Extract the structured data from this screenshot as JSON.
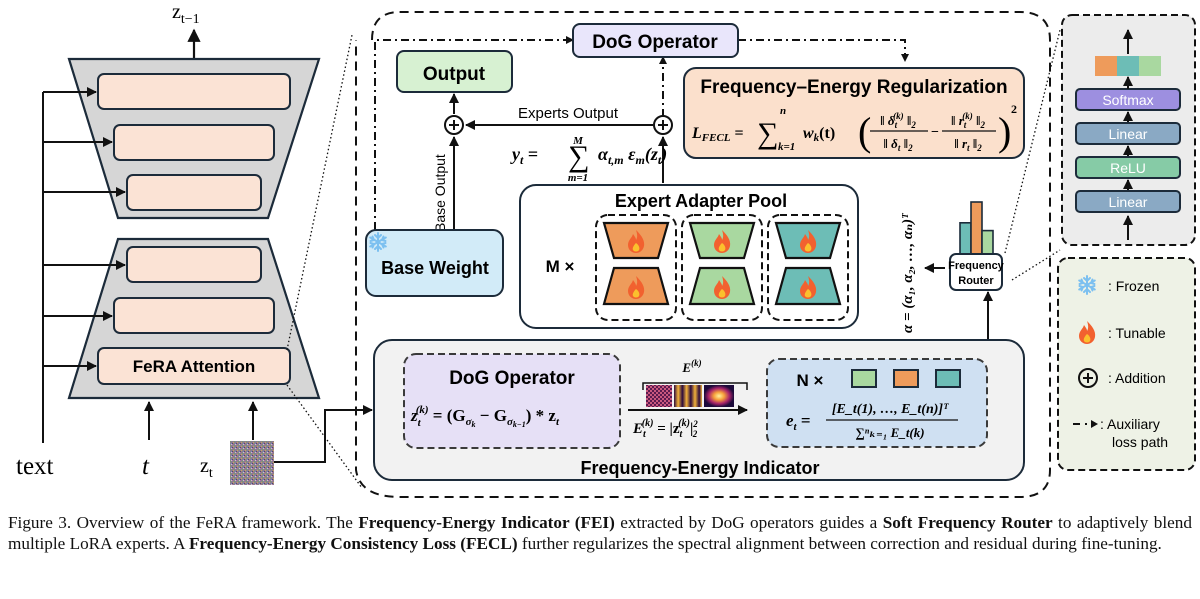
{
  "figure": {
    "unet": {
      "output_label": "z",
      "output_sub": "t−1",
      "attention_block_label": "FeRA Attention",
      "inputs": {
        "text": "text",
        "timestep": "t",
        "latent": "z",
        "latent_sub": "t"
      }
    },
    "fera_module": {
      "dog_operator_top": "DoG Operator",
      "output_box": "Output",
      "experts_output_label": "Experts Output",
      "base_output_label": "Base Output",
      "base_weight": "Base Weight",
      "experts_formula": {
        "lhs": "y",
        "lhs_sub": "t",
        "eq": " = ",
        "sum_top": "M",
        "sum_bottom": "m=1",
        "term": "α",
        "term_sub": "t,m",
        "eps": " ε",
        "eps_sub": "m",
        "arg": "(z",
        "arg_sub": "t",
        "arg_close": ")"
      },
      "regularization": {
        "title": "Frequency–Energy Regularization",
        "loss_name": "L",
        "loss_sub": "FECL",
        "eq": " = ",
        "sum_top": "n",
        "sum_bottom": "k=1",
        "weight": "w",
        "weight_sub": "k",
        "weight_arg": "(t)",
        "num1": "‖ δ",
        "num1_sub": "t",
        "num1_sup": "(k)",
        "num1_end": " ‖",
        "den1": "‖ δ",
        "den1_sub": "t",
        "den1_end": " ‖",
        "num2": "‖ r",
        "num2_sub": "t",
        "num2_sup": "(k)",
        "num2_end": " ‖",
        "den2": "‖ r",
        "den2_sub": "t",
        "den2_end": " ‖",
        "norm_sub": "2",
        "minus": "−",
        "power": "2"
      },
      "expert_pool": {
        "title": "Expert Adapter Pool",
        "multiplier": "M ×",
        "experts": [
          {
            "color": "#ee9b5b"
          },
          {
            "color": "#a9d8a0"
          },
          {
            "color": "#6dbdb6"
          }
        ]
      },
      "alpha_vector": "α = (α₁, α₂, …, αₙ)ᵀ",
      "frequency_router": {
        "line1": "Frequency",
        "line2": "Router",
        "bar_colors": [
          "#6dbdb6",
          "#ee9b5b",
          "#a9d8a0"
        ],
        "bar_values": [
          0.6,
          1.0,
          0.45
        ]
      },
      "fei": {
        "title": "Frequency-Energy Indicator",
        "dog_title": "DoG Operator",
        "dog_formula": "z⁽ᵏ⁾ₜ = (G_σk − G_σk−1) * zₜ",
        "dog_lhs": "z",
        "dog_lhs_sup": "(k)",
        "dog_lhs_sub": "t",
        "dog_rhs": " = (G",
        "dog_sig1": "σ",
        "dog_sig1_sub": "k",
        "dog_mid": " − G",
        "dog_sig2": "σ",
        "dog_sig2_sub": "k−1",
        "dog_end": ") * z",
        "dog_end_sub": "t",
        "energy_top": "E",
        "energy_top_sup": "(k)",
        "energy_top_sub": "t",
        "energy_formula_lhs": "E",
        "energy_formula_sup": "(k)",
        "energy_formula_sub": "t",
        "energy_formula_mid": " = |z",
        "energy_formula_z_sup": "(k)",
        "energy_formula_z_sub": "t",
        "energy_formula_end": "|",
        "energy_formula_pow": "2",
        "energy_formula_norm": "2",
        "bands_multiplier": "N ×",
        "band_colors": [
          "#a9d8a0",
          "#ee9b5b",
          "#6dbdb6"
        ],
        "et_lhs": "e",
        "et_lhs_sub": "t",
        "et_eq": " = ",
        "et_num": "[E_t(1), …, E_t(n)]ᵀ",
        "et_den": "∑ⁿₖ₌₁ E_t(k)"
      }
    },
    "router_mlp": {
      "layers": [
        "Softmax",
        "Linear",
        "ReLU",
        "Linear"
      ],
      "layer_colors": [
        "#9d8fe0",
        "#8aa9c4",
        "#86cba6",
        "#8aa9c4"
      ],
      "output_colors": [
        "#ee9b5b",
        "#6dbdb6",
        "#a9d8a0"
      ]
    },
    "legend": {
      "items": [
        {
          "icon": "snowflake-icon",
          "label": ": Frozen"
        },
        {
          "icon": "flame-icon",
          "label": ": Tunable"
        },
        {
          "icon": "circled-plus-icon",
          "label": ": Addition"
        },
        {
          "icon": "dash-dot-arrow-icon",
          "label": ": Auxiliary",
          "label2": "loss path"
        }
      ]
    },
    "caption": {
      "p1": "Figure 3.  Overview of the FeRA framework.  The ",
      "b1": "Frequency-Energy Indicator (FEI)",
      "p2": " extracted by DoG operators guides a ",
      "b2": "Soft Frequency Router",
      "p3": " to adaptively blend multiple LoRA experts.  A ",
      "b3": "Frequency-Energy Consistency Loss (FECL)",
      "p4": " further regularizes the spectral alignment between correction and residual during fine-tuning."
    }
  }
}
